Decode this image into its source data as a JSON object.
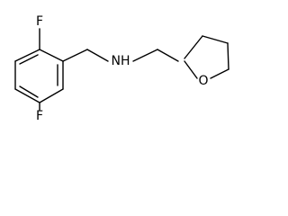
{
  "structure": {
    "atoms": {
      "fluorine_top": "F",
      "fluorine_bottom": "F",
      "amine": "NH",
      "ring_oxygen": "O"
    }
  }
}
